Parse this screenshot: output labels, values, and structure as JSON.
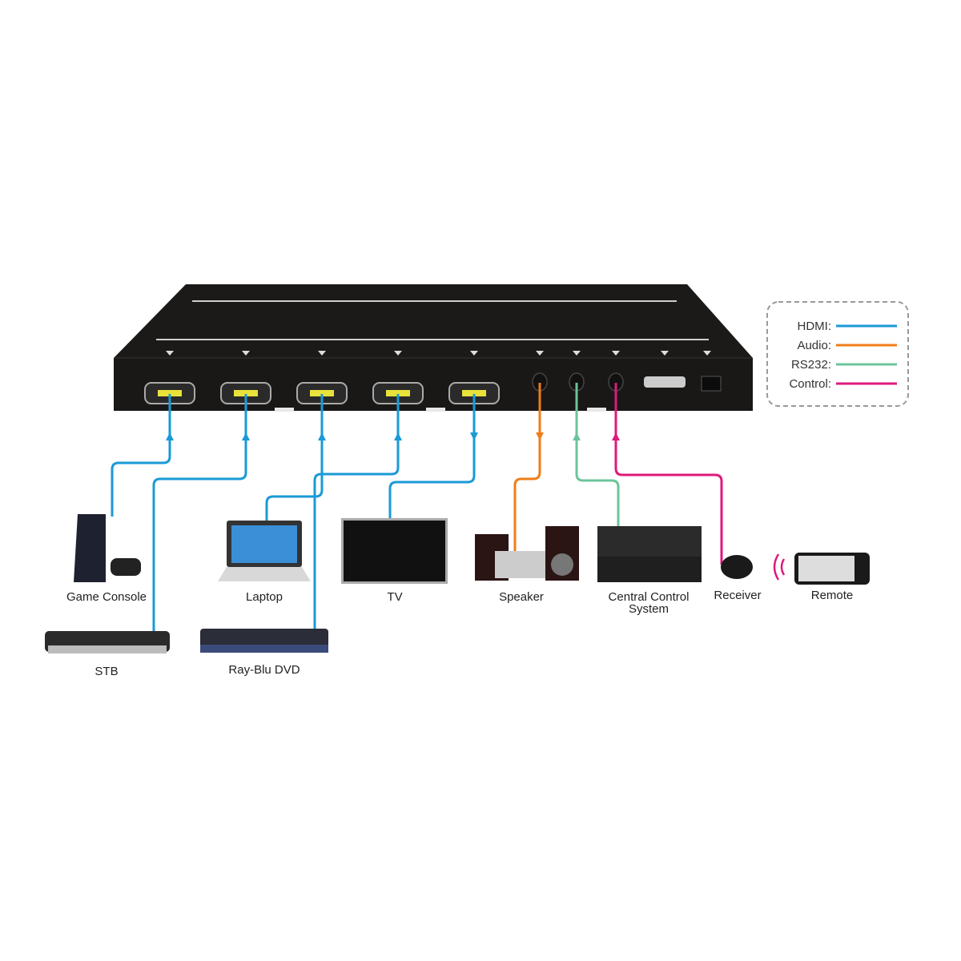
{
  "legend": [
    {
      "label": "HDMI:",
      "color": "#1a9ad6"
    },
    {
      "label": "Audio:",
      "color": "#ef7d1a"
    },
    {
      "label": "RS232:",
      "color": "#6cc49a"
    },
    {
      "label": "Control:",
      "color": "#e0197d"
    }
  ],
  "devices": {
    "game_console": "Game Console",
    "stb": "STB",
    "laptop": "Laptop",
    "bluray": "Ray-Blu DVD",
    "tv": "TV",
    "speaker": "Speaker",
    "central_control_line1": "Central Control",
    "central_control_line2": "System",
    "receiver": "Receiver",
    "remote": "Remote"
  }
}
